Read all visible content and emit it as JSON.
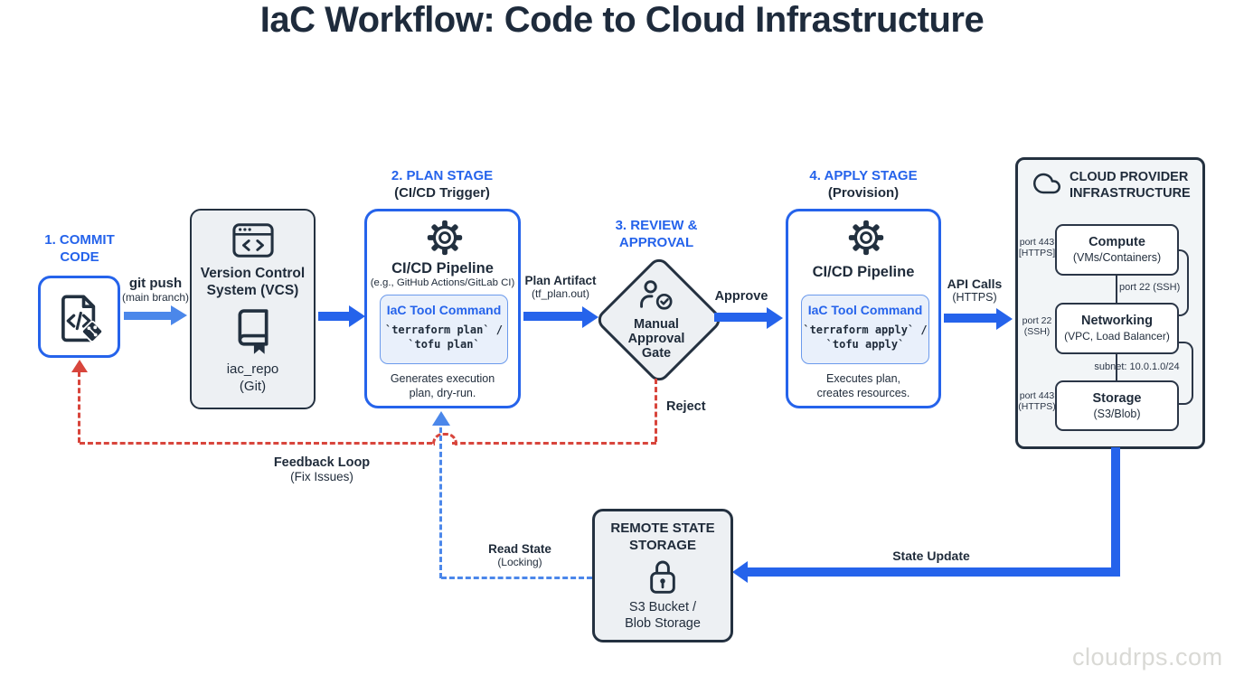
{
  "page": {
    "title": "IaC Workflow: Code to Cloud Infrastructure",
    "watermark": "cloudrps.com"
  },
  "colors": {
    "accent_blue": "#2563eb",
    "arrow_light_blue": "#4b87ea",
    "dark_navy": "#1f2b3a",
    "alert_red": "#d8453c",
    "node_gray": "#edf0f3",
    "command_fill": "#e9f0fb"
  },
  "stages": {
    "commit": {
      "line1": "1. COMMIT",
      "line2": "CODE"
    },
    "plan": {
      "line1": "2. PLAN STAGE",
      "line2": "(CI/CD Trigger)"
    },
    "review": {
      "line1": "3. REVIEW &",
      "line2": "APPROVAL"
    },
    "apply": {
      "line1": "4. APPLY STAGE",
      "line2": "(Provision)"
    }
  },
  "icons": {
    "commit_node": "code-file-icon with git badge",
    "vcs_window": "browser-code-icon",
    "vcs_repo": "repo-book-icon",
    "pipeline": "gear-icon",
    "approval": "person-check-icon",
    "cloud": "cloud-icon",
    "state_lock": "lock-icon"
  },
  "vcs": {
    "title_line1": "Version Control",
    "title_line2": "System (VCS)",
    "repo_line1": "iac_repo",
    "repo_line2": "(Git)"
  },
  "plan_box": {
    "title": "CI/CD Pipeline",
    "subtitle": "(e.g., GitHub Actions/GitLab CI)",
    "cmd_title": "IaC Tool Command",
    "cmd_line1": "`terraform plan` /",
    "cmd_line2": "`tofu plan`",
    "note_line1": "Generates execution",
    "note_line2": "plan, dry-run."
  },
  "approval": {
    "gate_line1": "Manual",
    "gate_line2": "Approval",
    "gate_line3": "Gate"
  },
  "apply_box": {
    "title": "CI/CD Pipeline",
    "cmd_title": "IaC Tool Command",
    "cmd_line1": "`terraform apply` /",
    "cmd_line2": "`tofu apply`",
    "note_line1": "Executes plan,",
    "note_line2": "creates resources."
  },
  "cloud": {
    "title_line1": "CLOUD PROVIDER",
    "title_line2": "INFRASTRUCTURE",
    "services": [
      {
        "name": "Compute",
        "detail": "(VMs/Containers)",
        "port_line1": "port 443",
        "port_line2": "[HTTPS]"
      },
      {
        "name": "Networking",
        "detail": "(VPC, Load Balancer)",
        "port_line1": "port 22",
        "port_line2": "(SSH)"
      },
      {
        "name": "Storage",
        "detail": "(S3/Blob)",
        "port_line1": "port 443",
        "port_line2": "(HTTPS)"
      }
    ],
    "link_label_1": "port 22 (SSH)",
    "link_label_2": "subnet: 10.0.1.0/24"
  },
  "state_storage": {
    "title_line1": "REMOTE STATE",
    "title_line2": "STORAGE",
    "detail_line1": "S3 Bucket /",
    "detail_line2": "Blob Storage"
  },
  "edges": {
    "git_push": {
      "label": "git push",
      "sub": "(main branch)"
    },
    "plan_artifact": {
      "label": "Plan Artifact",
      "sub": "(tf_plan.out)"
    },
    "approve": {
      "label": "Approve"
    },
    "reject": {
      "label": "Reject"
    },
    "api_calls": {
      "label": "API Calls",
      "sub": "(HTTPS)"
    },
    "feedback": {
      "label": "Feedback Loop",
      "sub": "(Fix Issues)"
    },
    "read_state": {
      "label": "Read State",
      "sub": "(Locking)"
    },
    "state_update": {
      "label": "State Update"
    }
  }
}
